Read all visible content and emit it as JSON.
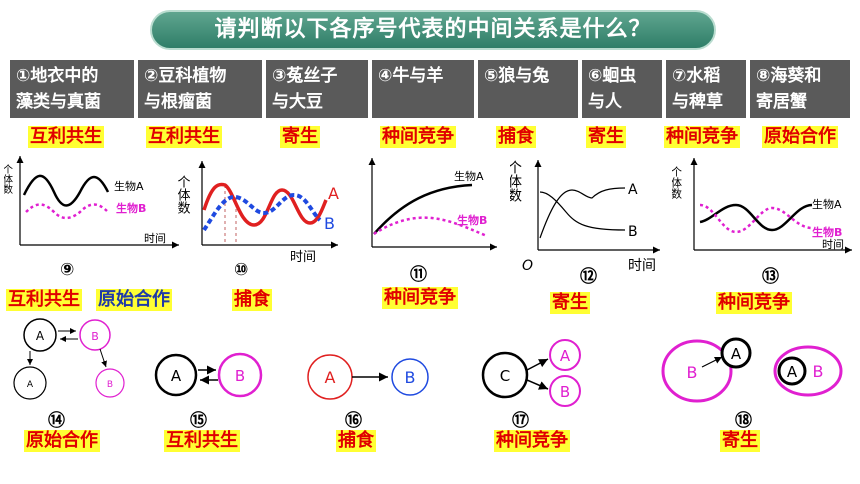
{
  "title": "请判断以下各序号代表的中间关系是什么？",
  "headers": [
    {
      "text": "①地衣中的\n藻类与真菌",
      "answer": "互利共生"
    },
    {
      "text": "②豆科植物\n与根瘤菌",
      "answer": "互利共生"
    },
    {
      "text": "③菟丝子\n与大豆",
      "answer": "寄生"
    },
    {
      "text": "④牛与羊",
      "answer": "种间竞争"
    },
    {
      "text": "⑤狼与兔",
      "answer": "捕食"
    },
    {
      "text": "⑥蛔虫\n与人",
      "answer": "寄生"
    },
    {
      "text": "⑦水稻\n与稗草",
      "answer": "种间竞争"
    },
    {
      "text": "⑧海葵和\n寄居蟹",
      "answer": "原始合作"
    }
  ],
  "graphs": {
    "g9": {
      "ylabel": "个体数",
      "series_a": "生物A",
      "series_b": "生物B",
      "xlabel": "时间",
      "num": "⑨",
      "answer1": "互利共生",
      "answer2": "原始合作"
    },
    "g10": {
      "ylabel": "个体数",
      "series_a": "A",
      "series_b": "B",
      "xlabel": "时间",
      "num": "⑩",
      "answer": "捕食"
    },
    "g11": {
      "series_a": "生物A",
      "series_b": "生物B",
      "num": "⑪",
      "answer": "种间竞争"
    },
    "g12": {
      "ylabel": "个体数",
      "series_a": "A",
      "series_b": "B",
      "origin": "O",
      "xlabel": "时间",
      "num": "⑫",
      "answer": "寄生"
    },
    "g13": {
      "ylabel": "个体数",
      "series_a": "生物A",
      "series_b": "生物B",
      "xlabel": "时间",
      "num": "⑬",
      "answer": "种间竞争"
    }
  },
  "nodes": {
    "a": "A",
    "b": "B",
    "c": "C"
  },
  "diagrams": {
    "d14": {
      "num": "⑭",
      "answer": "原始合作"
    },
    "d15": {
      "num": "⑮",
      "answer": "互利共生"
    },
    "d16": {
      "num": "⑯",
      "answer": "捕食"
    },
    "d17": {
      "num": "⑰",
      "answer": "种间竞争"
    },
    "d18": {
      "num": "⑱",
      "answer": "寄生"
    }
  },
  "colors": {
    "black": "#000000",
    "magenta": "#e020d0",
    "red": "#e02020",
    "blue": "#1f4ae0",
    "highlight": "#ffff33",
    "answer_text": "#e00000"
  }
}
